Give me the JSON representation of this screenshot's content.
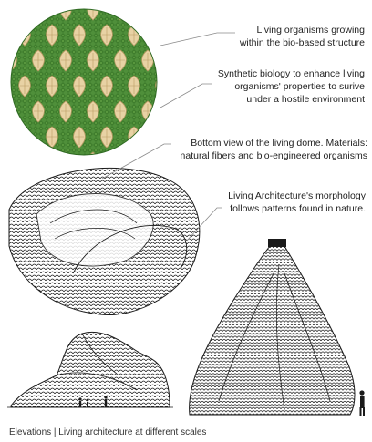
{
  "annotations": [
    {
      "id": "living-organisms",
      "lines": [
        "Living organisms growing",
        "within the bio-based structure"
      ]
    },
    {
      "id": "synthetic-biology",
      "lines": [
        "Synthetic biology to enhance living",
        "organisms' properties to surive",
        "under a hostile environment"
      ]
    },
    {
      "id": "bottom-view",
      "lines": [
        "Bottom view of the living dome. Materials:",
        "natural fibers and bio-engineered organisms"
      ]
    },
    {
      "id": "morphology",
      "lines": [
        "Living Architecture's morphology",
        "follows patterns found in nature."
      ]
    }
  ],
  "footer": "Elevations | Living architecture at different scales",
  "colors": {
    "leaf_green": "#4f8f3a",
    "dark_green": "#2f6a22",
    "cell_beige": "#e8d2a4",
    "cell_edge": "#b79a63",
    "ink": "#1a1a1a"
  }
}
